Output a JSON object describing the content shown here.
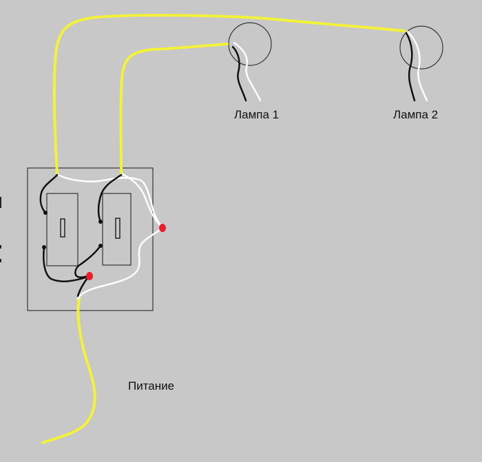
{
  "labels": {
    "lamp1": "Лампа 1",
    "lamp2": "Лампа 2",
    "power": "Питание"
  },
  "colors": {
    "background": "#c8c8c8",
    "phase_wire": "#f2f23a",
    "neutral_wire": "#ffffff",
    "switch_wire": "#111111",
    "junction": "#e8202a",
    "outline": "#333333"
  }
}
